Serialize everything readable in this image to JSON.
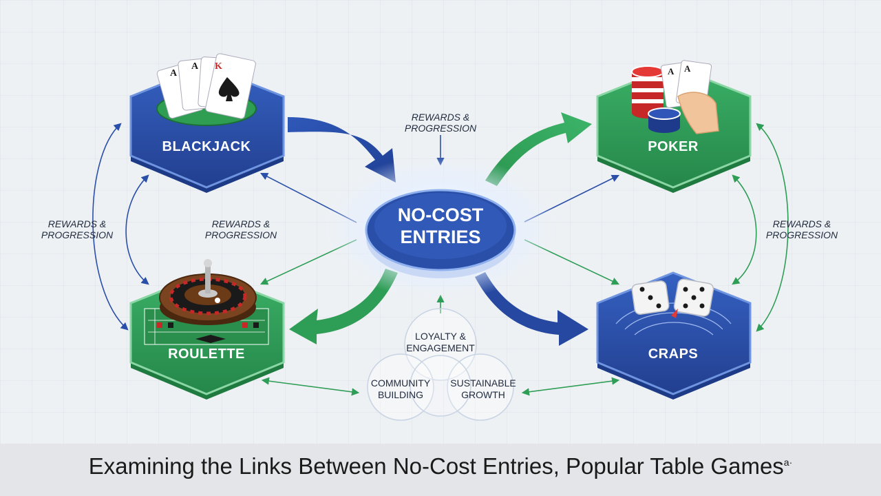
{
  "diagram": {
    "center": {
      "line1": "NO-COST",
      "line2": "ENTRIES"
    },
    "nodes": {
      "blackjack": "BLACKJACK",
      "poker": "POKER",
      "roulette": "ROULETTE",
      "craps": "CRAPS"
    },
    "labels": {
      "top": {
        "line1": "REWARDS &",
        "line2": "PROGRESSION"
      },
      "left": {
        "line1": "REWARDS &",
        "line2": "PROGRESSION"
      },
      "mid_left": {
        "line1": "REWARDS &",
        "line2": "PROGRESSION"
      },
      "right": {
        "line1": "REWARDS &",
        "line2": "PROGRESSION"
      }
    },
    "bubbles": {
      "loyalty": {
        "line1": "LOYALTY &",
        "line2": "ENGAGEMENT"
      },
      "community": {
        "line1": "COMMUNITY",
        "line2": "BUILDING"
      },
      "growth": {
        "line1": "SUSTAINABLE",
        "line2": "GROWTH"
      }
    },
    "card_letters": {
      "ace": "A",
      "king": "K"
    },
    "colors": {
      "blue": "#2a4fa8",
      "green": "#2e9d55",
      "background": "#eef1f4"
    }
  },
  "caption": {
    "text": "Examining the Links Between No-Cost Entries, Popular Table Games",
    "suffix": "a·"
  }
}
